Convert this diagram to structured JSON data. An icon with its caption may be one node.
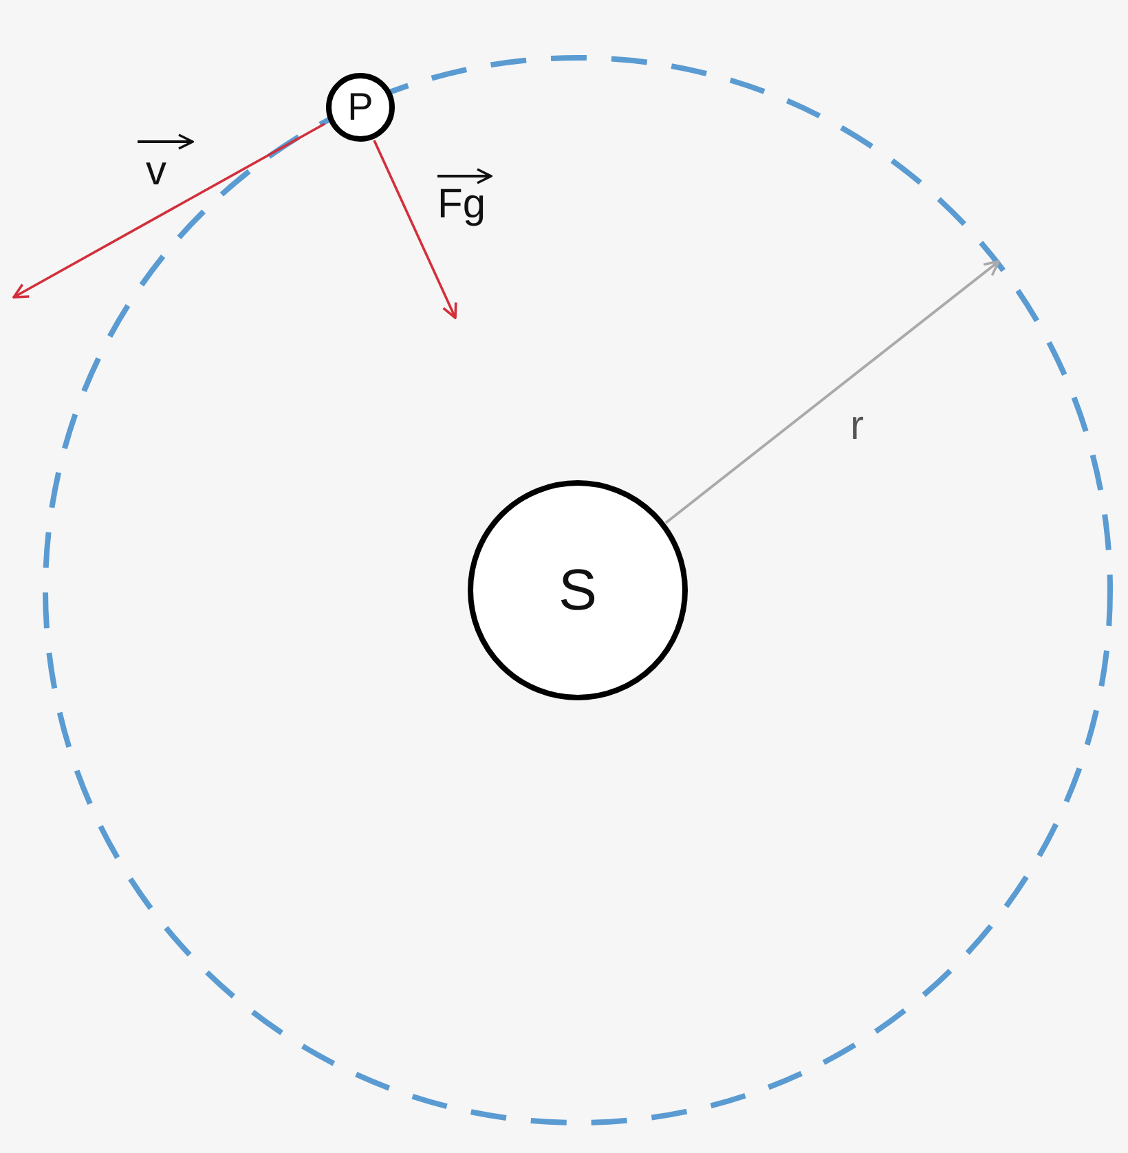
{
  "diagram": {
    "nodes": [
      {
        "text": [
          "P"
        ]
      },
      {
        "text": [
          "S"
        ]
      }
    ],
    "labels": [
      "v",
      "Fg",
      "r"
    ]
  }
}
